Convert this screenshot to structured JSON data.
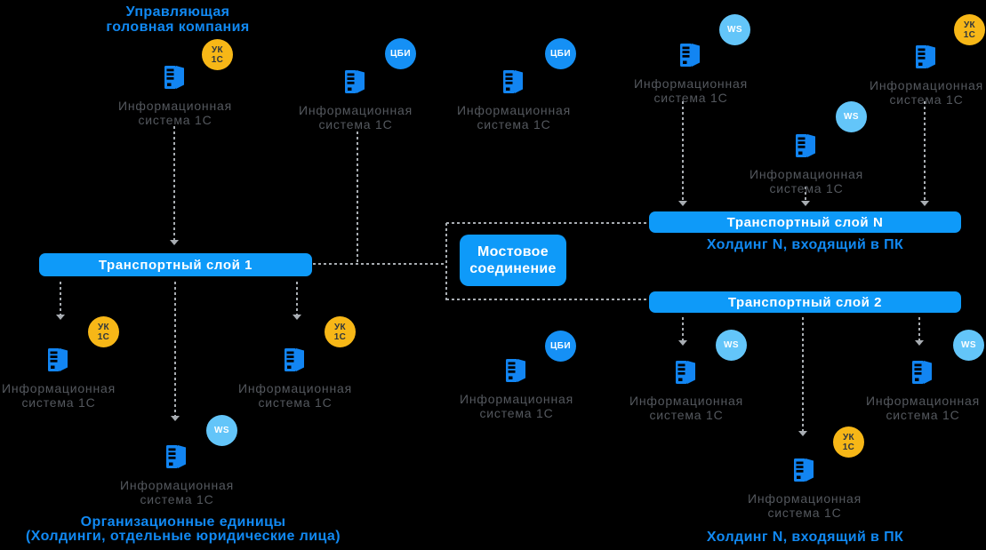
{
  "headings": {
    "managing_company": [
      "Управляющая",
      "головная компания"
    ],
    "holding_top": "Холдинг N, входящий в ПК",
    "holding_bottom": "Холдинг N, входящий в ПК",
    "org_units": [
      "Организационные единицы",
      "(Холдинги, отдельные юридические лица)"
    ]
  },
  "bars": {
    "layer1": "Транспортный слой 1",
    "layerN": "Транспортный слой N",
    "layer2": "Транспортный слой 2"
  },
  "bridge": [
    "Мостовое",
    "соединение"
  ],
  "node_label": [
    "Информационная",
    "система 1С"
  ],
  "badges": {
    "uk": [
      "УК",
      "1С"
    ],
    "cbi": "ЦБИ",
    "ws": "WS"
  },
  "colors": {
    "background": "#000000",
    "bar_blue": "#0E9AF9",
    "heading_blue": "#1189F2",
    "server_icon_blue": "#1285F2",
    "badge_orange": "#F7B717",
    "badge_blue": "#1590F5",
    "badge_light_blue": "#63C5F9",
    "label_gray": "#54585E",
    "connector_gray": "#A8ADB2"
  }
}
